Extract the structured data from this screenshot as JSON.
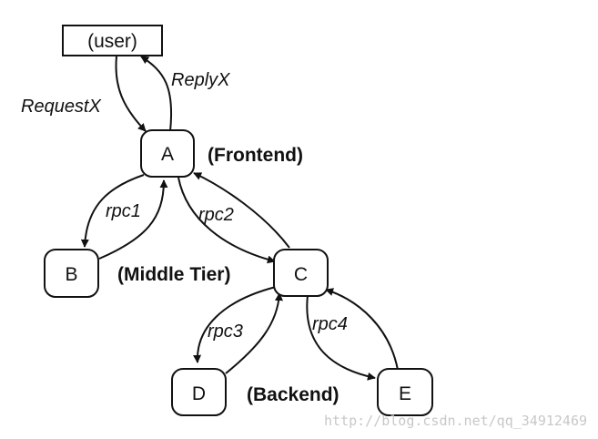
{
  "nodes": {
    "user": "(user)",
    "a": "A",
    "b": "B",
    "c": "C",
    "d": "D",
    "e": "E"
  },
  "edges": {
    "request": "RequestX",
    "reply": "ReplyX",
    "rpc1": "rpc1",
    "rpc2": "rpc2",
    "rpc3": "rpc3",
    "rpc4": "rpc4"
  },
  "tiers": {
    "frontend": "(Frontend)",
    "middle": "(Middle Tier)",
    "backend": "(Backend)"
  },
  "watermark": "http://blog.csdn.net/qq_34912469"
}
